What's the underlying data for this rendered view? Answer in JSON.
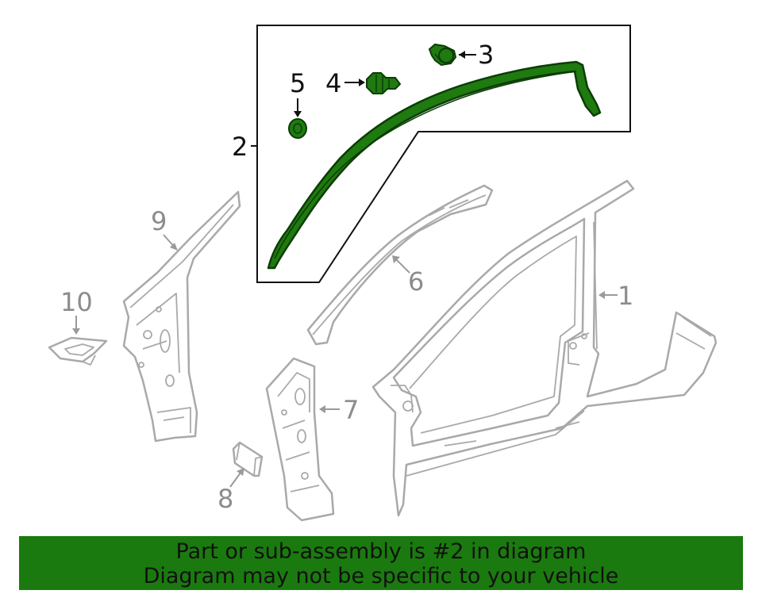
{
  "colors": {
    "highlight": "#1f7a0f",
    "highlight_dark": "#0b3d06",
    "part_gray": "#a9a9a9",
    "callout_gray": "#8c8c8c",
    "callout_black": "#111111",
    "banner_bg": "#1b7a0f"
  },
  "callouts": {
    "c1": "1",
    "c2": "2",
    "c3": "3",
    "c4": "4",
    "c5": "5",
    "c6": "6",
    "c7": "7",
    "c8": "8",
    "c9": "9",
    "c10": "10"
  },
  "banner": {
    "line1": "Part or sub-assembly is #2 in diagram",
    "line2": "Diagram may not be specific to your vehicle"
  }
}
